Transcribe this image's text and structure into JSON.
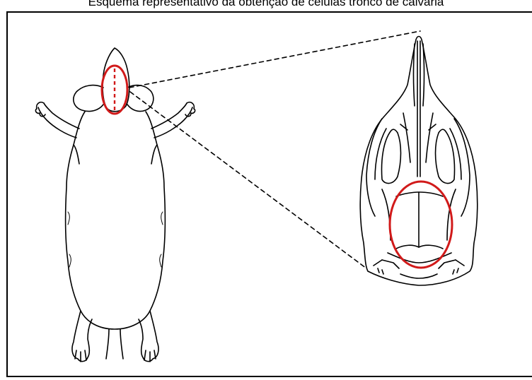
{
  "caption": "Esquema representativo da obtenção de células tronco de calvária",
  "colors": {
    "line": "#000000",
    "highlight": "#d11a1a",
    "background": "#ffffff"
  },
  "figure": {
    "left_panel": "mouse-dorsal-view",
    "right_panel": "skull-dorsal-view",
    "highlight_region": "calvaria"
  }
}
